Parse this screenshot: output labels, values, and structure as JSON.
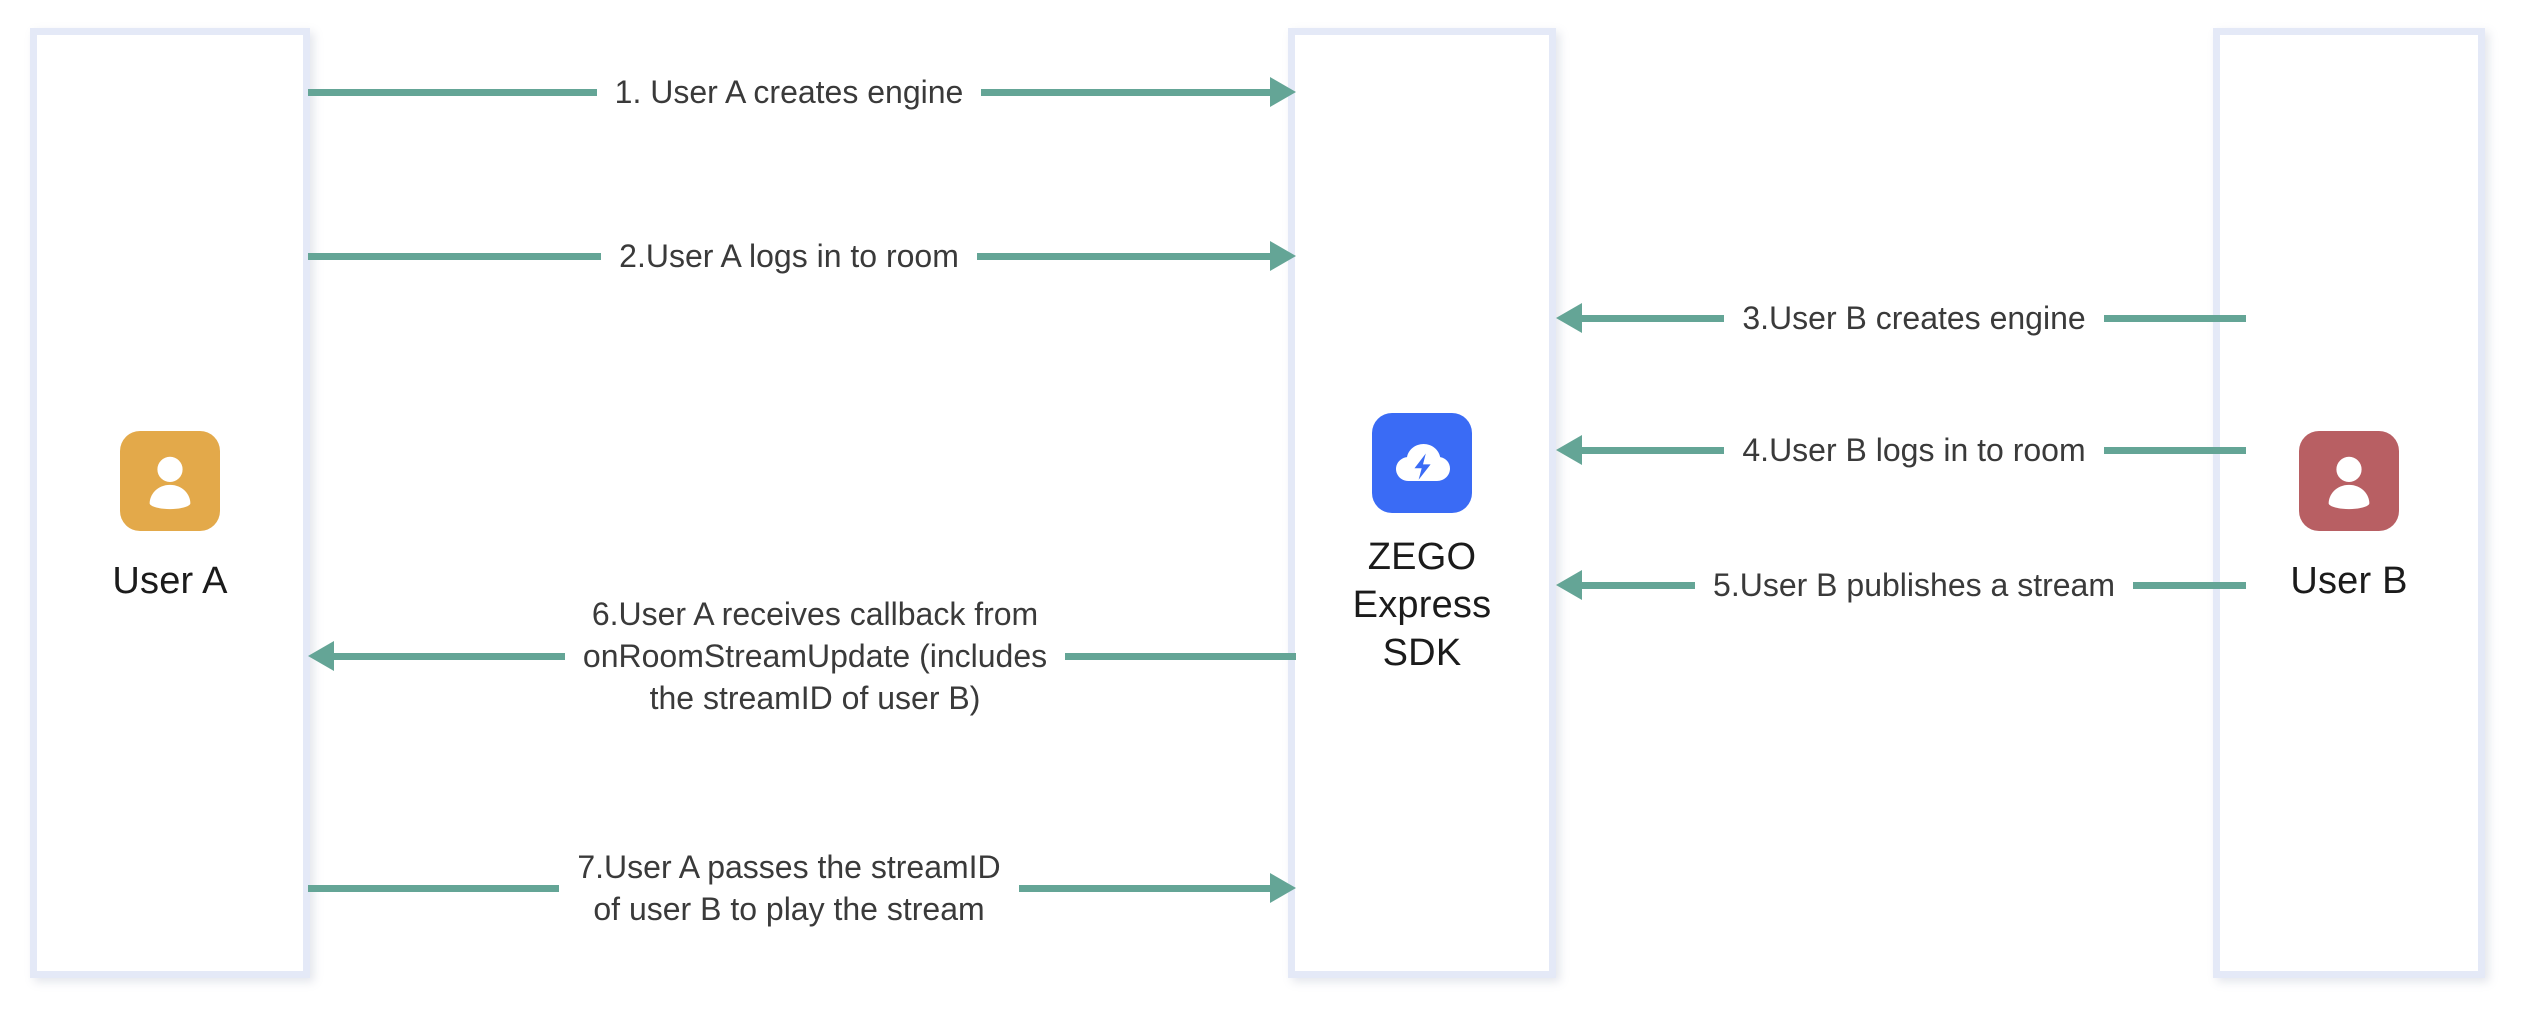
{
  "diagram": {
    "title": "ZEGO Express SDK stream publish/play sequence",
    "colors": {
      "lifeline_border": "#e4e9f7",
      "arrow": "#64a596",
      "avatar_user_a": "#e3a94a",
      "avatar_user_b": "#b85f63",
      "avatar_sdk": "#3a6bf5",
      "text": "#3a3a3a"
    }
  },
  "actors": {
    "user_a": {
      "label": "User A",
      "icon": "person-icon"
    },
    "sdk": {
      "label": "ZEGO\nExpress\nSDK",
      "icon": "zego-cloud-lightning-icon"
    },
    "user_b": {
      "label": "User B",
      "icon": "person-icon"
    }
  },
  "messages": [
    {
      "id": 1,
      "text": "1. User A creates engine",
      "direction": "right",
      "from": "user_a",
      "to": "sdk"
    },
    {
      "id": 2,
      "text": "2.User A logs in to room",
      "direction": "right",
      "from": "user_a",
      "to": "sdk"
    },
    {
      "id": 3,
      "text": "3.User B creates engine",
      "direction": "left",
      "from": "user_b",
      "to": "sdk"
    },
    {
      "id": 4,
      "text": "4.User B logs in to room",
      "direction": "left",
      "from": "user_b",
      "to": "sdk"
    },
    {
      "id": 5,
      "text": "5.User B publishes a stream",
      "direction": "left",
      "from": "user_b",
      "to": "sdk"
    },
    {
      "id": 6,
      "text": "6.User A receives callback from\nonRoomStreamUpdate (includes\nthe streamID of user B)",
      "direction": "left",
      "from": "sdk",
      "to": "user_a"
    },
    {
      "id": 7,
      "text": "7.User A passes the streamID\nof user B to play the stream",
      "direction": "right",
      "from": "user_a",
      "to": "sdk"
    }
  ]
}
